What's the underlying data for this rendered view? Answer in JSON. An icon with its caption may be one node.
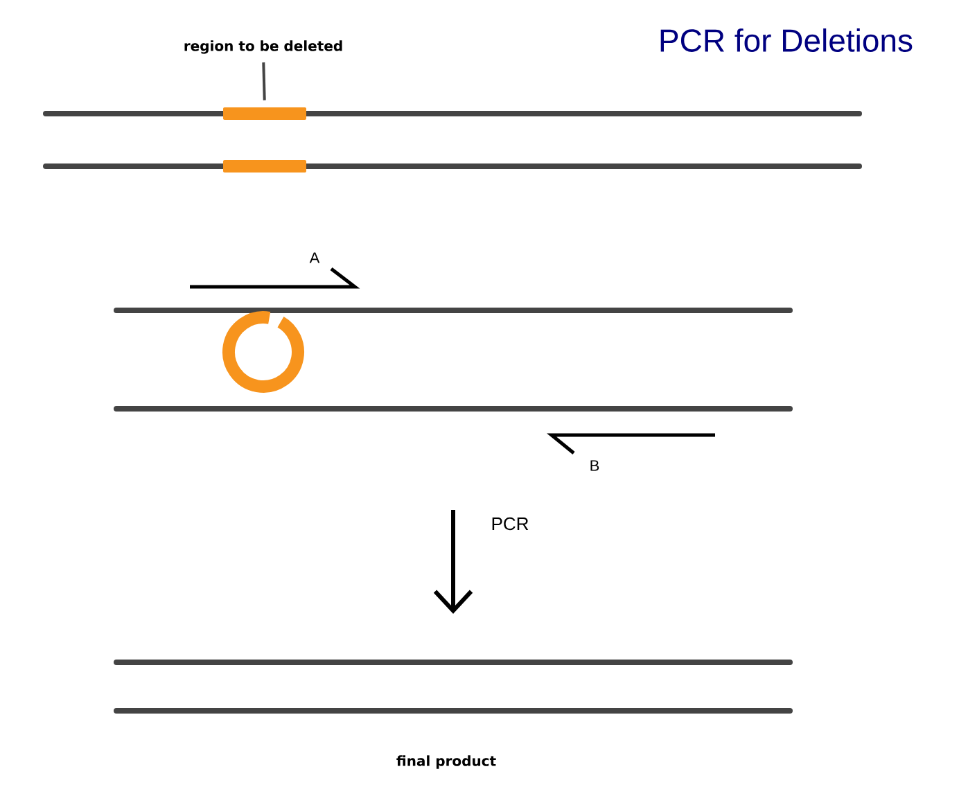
{
  "diagram": {
    "title": "PCR for Deletions",
    "nodes": [
      {
        "text": [
          "region to be deleted"
        ]
      },
      {
        "text": [],
        "shape": "bar"
      },
      {
        "text": [],
        "shape": "bar"
      }
    ],
    "edges": [
      {
        "from": 0,
        "to": 1,
        "arrow": "none"
      }
    ],
    "labels": [
      "A",
      "B",
      "PCR",
      "final product"
    ]
  }
}
